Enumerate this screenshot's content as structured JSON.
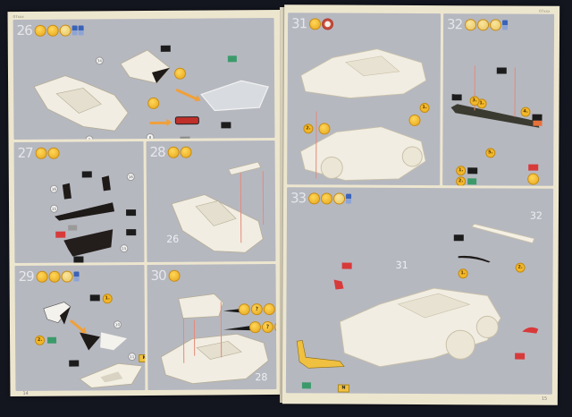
{
  "document": {
    "type": "model kit assembly instructions",
    "left_page": {
      "code": "07xxx",
      "page_number": "14",
      "steps": [
        {
          "number": "26",
          "icons": [
            "glue-icon",
            "paint-brush-icon",
            "clear-glue-icon",
            "paint-bottles-icon"
          ],
          "callouts": [
            "34",
            "8",
            "8"
          ],
          "decal_labels": [
            "color-flag",
            "color-flag",
            "green-flag"
          ],
          "order_coins": [
            "pair-dots",
            "pair-dots"
          ]
        },
        {
          "number": "27",
          "icons": [
            "glue-icon",
            "paint-brush-icon"
          ],
          "callouts": [
            "16",
            "16",
            "15",
            "15"
          ],
          "flags": [
            "black",
            "black",
            "black",
            "black",
            "red",
            "grey",
            "black"
          ]
        },
        {
          "number": "28",
          "icons": [
            "glue-icon",
            "paint-brush-icon"
          ],
          "reference_label": "26"
        },
        {
          "number": "29",
          "icons": [
            "glue-icon",
            "paint-brush-icon",
            "clear-glue-icon",
            "paint-bottle-icon"
          ],
          "callouts": [
            "10",
            "11"
          ],
          "order_coins": [
            "1.",
            "2."
          ],
          "flags": [
            "black",
            "black",
            "yellow",
            "green"
          ],
          "flag_letter": "N"
        },
        {
          "number": "30",
          "icons": [
            "glue-icon"
          ],
          "options": [
            [
              "glue-icon",
              "?",
              "no-glue-icon"
            ],
            [
              "glue-icon",
              "?",
              "no-glue-icon"
            ]
          ],
          "reference_label": "28"
        }
      ]
    },
    "right_page": {
      "code": "07xxx",
      "page_number": "15",
      "steps": [
        {
          "number": "31",
          "icons": [
            "glue-icon",
            "clock-icon"
          ],
          "order_coins": [
            "1.",
            "2."
          ]
        },
        {
          "number": "32",
          "icons": [
            "glue-icon",
            "paint-brush-icon",
            "clear-glue-icon",
            "paint-bottle-icon"
          ],
          "order_coins": [
            "1.",
            "2.",
            "3.",
            "4.",
            "5."
          ],
          "legend": [
            {
              "num": "1.",
              "flag": "black"
            },
            {
              "num": "2.",
              "flag": "green"
            }
          ],
          "flags": [
            "black",
            "black",
            "black",
            "red"
          ]
        },
        {
          "number": "33",
          "icons": [
            "glue-icon",
            "paint-brush-icon",
            "clear-glue-icon",
            "paint-bottle-icon"
          ],
          "reference_labels": [
            "31",
            "32"
          ],
          "order_coins": [
            "1.",
            "2."
          ],
          "flags": [
            "black",
            "red",
            "red",
            "green",
            "yellow"
          ],
          "flag_letter": "N"
        }
      ]
    }
  },
  "colors": {
    "background": "#14161f",
    "paper": "#ede6cf",
    "panel": "#b6b8c0",
    "coin": "#f2b72a",
    "arrow": "#f0a03a",
    "red_part": "#d83a3a",
    "yellow_part": "#f0c040"
  }
}
